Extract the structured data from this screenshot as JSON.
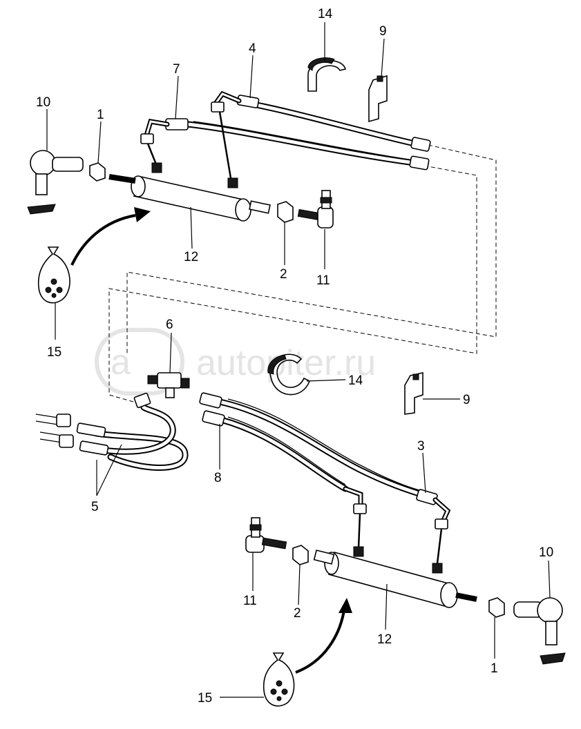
{
  "watermark": {
    "text": "autopiter.ru",
    "logo_text": "a"
  },
  "callouts": {
    "upper": {
      "c1": "1",
      "c2": "2",
      "c4": "4",
      "c7": "7",
      "c9": "9",
      "c10": "10",
      "c11": "11",
      "c12": "12",
      "c14": "14",
      "c15": "15"
    },
    "lower": {
      "c1": "1",
      "c2": "2",
      "c3": "3",
      "c5": "5",
      "c6": "6",
      "c8": "8",
      "c9": "9",
      "c10": "10",
      "c11": "11",
      "c12": "12",
      "c14": "14",
      "c15": "15"
    }
  },
  "icons": {
    "parts_bag": "parts-bag-icon",
    "assembly_arrow": "curved-arrow-icon"
  }
}
